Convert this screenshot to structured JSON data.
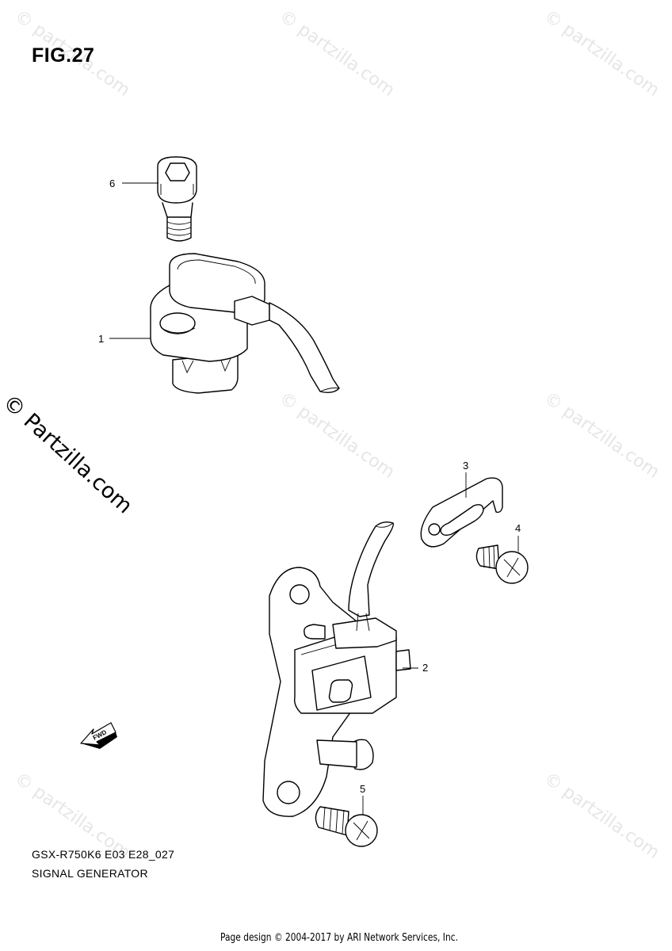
{
  "figure": {
    "title": "FIG.27"
  },
  "watermark": {
    "text": "© Partzilla.com",
    "small_text": "© partzilla.com"
  },
  "callouts": {
    "p1": "1",
    "p2": "2",
    "p3": "3",
    "p4": "4",
    "p5": "5",
    "p6": "6"
  },
  "fwd_label": "FWD",
  "caption": {
    "model": "GSX-R750K6 E03 E28_027",
    "subtitle": "SIGNAL GENERATOR"
  },
  "footer": "Page design © 2004-2017 by ARI Network Services, Inc."
}
